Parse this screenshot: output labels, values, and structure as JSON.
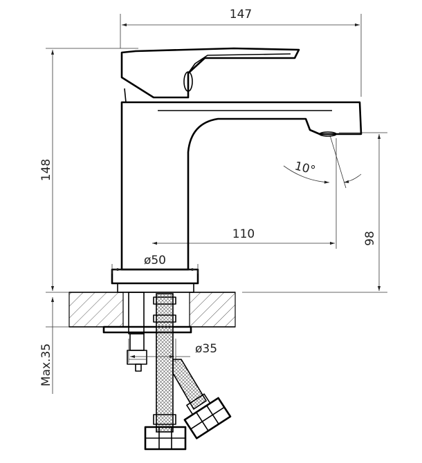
{
  "dimensions": {
    "total_width": "147",
    "total_height": "148",
    "spout_reach": "110",
    "spout_height": "98",
    "base_diameter": "ø50",
    "hole_diameter": "ø35",
    "max_counter_thickness": "Max.35",
    "spout_angle": "10°"
  }
}
